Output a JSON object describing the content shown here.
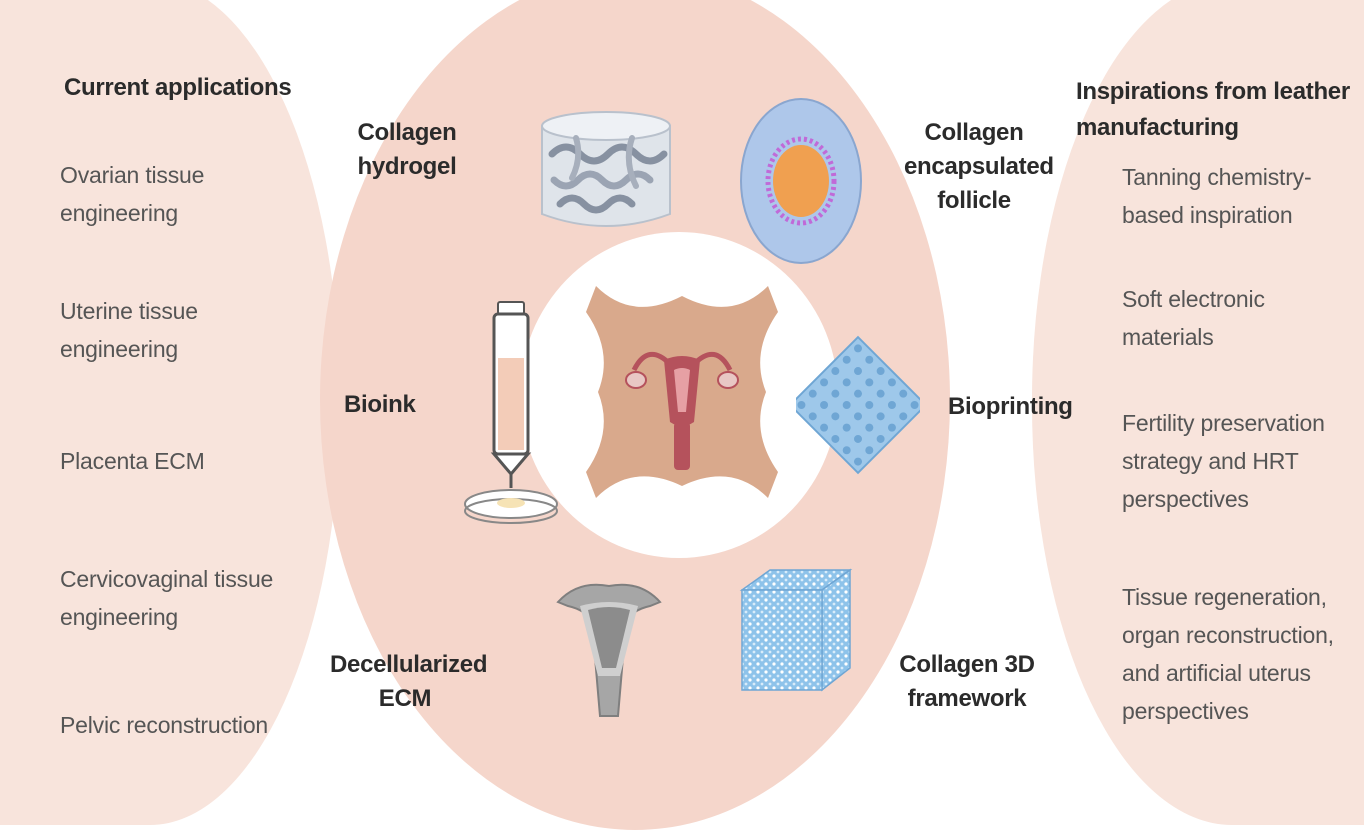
{
  "left_panel": {
    "heading": "Current applications",
    "items": [
      {
        "line1": "Ovarian tissue",
        "line2": "engineering"
      },
      {
        "line1": "Uterine tissue",
        "line2": "engineering"
      },
      {
        "line1": "Placenta ECM",
        "line2": ""
      },
      {
        "line1": "Cervicovaginal tissue",
        "line2": "engineering"
      },
      {
        "line1": "Pelvic reconstruction",
        "line2": ""
      }
    ]
  },
  "right_panel": {
    "heading_line1": "Inspirations from leather",
    "heading_line2": "manufacturing",
    "items": [
      {
        "lines": [
          "Tanning chemistry-",
          "based inspiration"
        ]
      },
      {
        "lines": [
          "Soft electronic",
          "materials"
        ]
      },
      {
        "lines": [
          "Fertility preservation",
          "strategy and HRT",
          "perspectives"
        ]
      },
      {
        "lines": [
          "Tissue regeneration,",
          "organ reconstruction,",
          "and artificial uterus",
          "perspectives"
        ]
      }
    ]
  },
  "center": {
    "collagen_hydrogel": {
      "line1": "Collagen",
      "line2": "hydrogel"
    },
    "encapsulated_follicle": {
      "line1": "Collagen",
      "line2": "encapsulated",
      "line3": "follicle"
    },
    "bioink": "Bioink",
    "bioprinting": "Bioprinting",
    "decellularized_ecm": {
      "line1": "Decellularized",
      "line2": "ECM"
    },
    "collagen_3d": {
      "line1": "Collagen 3D",
      "line2": "framework"
    }
  },
  "colors": {
    "panel_bg": "#f8e4dc",
    "ring_bg": "#f5d6cb",
    "leather": "#d9a98c",
    "uterus": "#b5525c",
    "follicle_outer": "#a9c4e8",
    "follicle_core": "#f0a050",
    "follicle_ring": "#c06ad8",
    "scaffold_blue": "#8ec3ea"
  },
  "icons": {
    "hydrogel": "collagen-hydrogel-icon",
    "follicle": "follicle-icon",
    "bioink": "bioink-syringe-icon",
    "bioprinting": "bioprinted-grid-icon",
    "uterus_leather": "leather-hide-uterus-icon",
    "decell": "decellularized-uterus-icon",
    "framework": "collagen-cube-icon"
  }
}
